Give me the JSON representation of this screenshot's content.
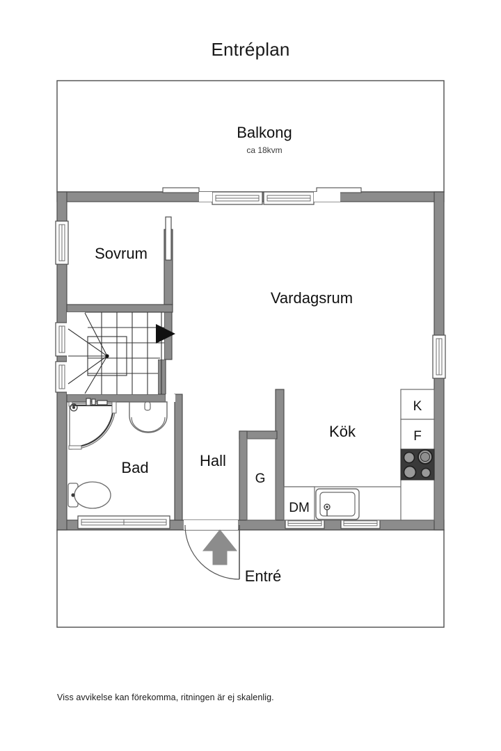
{
  "title": "Entréplan",
  "footer": "Viss avvikelse kan förekomma, ritningen är ej skalenlig.",
  "rooms": {
    "balcony": {
      "label": "Balkong",
      "area": "ca 18kvm"
    },
    "bedroom": {
      "label": "Sovrum"
    },
    "livingroom": {
      "label": "Vardagsrum"
    },
    "kitchen": {
      "label": "Kök"
    },
    "bathroom": {
      "label": "Bad"
    },
    "hall": {
      "label": "Hall"
    },
    "entrance": {
      "label": "Entré"
    }
  },
  "fixtures": {
    "cabinet": {
      "label": "K"
    },
    "fridge": {
      "label": "F"
    },
    "dishwasher": {
      "label": "DM"
    },
    "wardrobe": {
      "label": "G"
    }
  },
  "colors": {
    "wall": "#8c8c8c",
    "wall_stroke": "#4d4d4d",
    "outline": "#4d4d4d",
    "fixture_stroke": "#6b6b6b",
    "stove": "#3a3a3a",
    "arrow": "#8c8c8c",
    "text": "#111111",
    "background": "#ffffff"
  }
}
